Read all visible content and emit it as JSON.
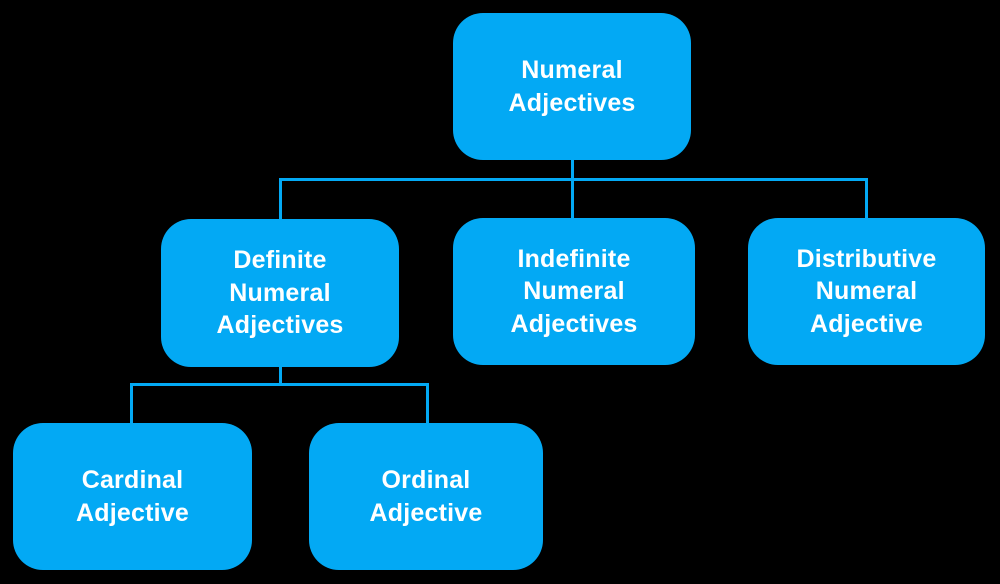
{
  "colors": {
    "background": "#000000",
    "box": "#03A9F4",
    "line": "#03A9F4",
    "text": "#FFFFFF"
  },
  "nodes": {
    "root": {
      "label": "Numeral\nAdjectives"
    },
    "definite": {
      "label": "Definite\nNumeral\nAdjectives"
    },
    "indefinite": {
      "label": "Indefinite\nNumeral\nAdjectives"
    },
    "distributive": {
      "label": "Distributive\nNumeral\nAdjective"
    },
    "cardinal": {
      "label": "Cardinal\nAdjective"
    },
    "ordinal": {
      "label": "Ordinal\nAdjective"
    }
  },
  "edges": [
    {
      "from": "root",
      "to": "definite"
    },
    {
      "from": "root",
      "to": "indefinite"
    },
    {
      "from": "root",
      "to": "distributive"
    },
    {
      "from": "definite",
      "to": "cardinal"
    },
    {
      "from": "definite",
      "to": "ordinal"
    }
  ]
}
